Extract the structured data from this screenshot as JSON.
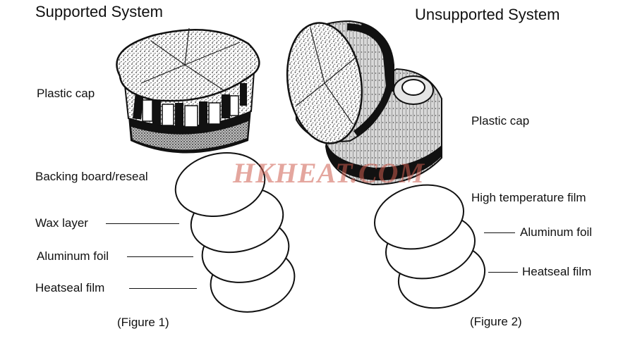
{
  "left": {
    "title": "Supported System",
    "figure": "(Figure 1)",
    "labels": {
      "plastic_cap": "Plastic cap",
      "backing_board": "Backing board/reseal",
      "wax_layer": "Wax layer",
      "aluminum_foil": "Aluminum foil",
      "heatseal_film": "Heatseal film"
    }
  },
  "right": {
    "title": "Unsupported System",
    "figure": "(Figure 2)",
    "labels": {
      "plastic_cap": "Plastic cap",
      "high_temp_film": "High temperature film",
      "aluminum_foil": "Aluminum foil",
      "heatseal_film": "Heatseal film"
    }
  },
  "watermark": "HKHEAT.COM",
  "colors": {
    "ink": "#111111",
    "watermark": "#cd5c4e"
  }
}
